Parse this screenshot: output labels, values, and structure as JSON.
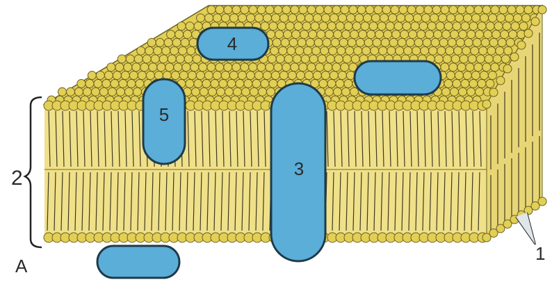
{
  "labels": {
    "one": "1",
    "two": "2",
    "three": "3",
    "four": "4",
    "five": "5",
    "a": "A"
  },
  "colors": {
    "lipid_head": "#e2cf55",
    "lipid_outline": "#6b6020",
    "core": "#efe08a",
    "tail": "#3f3a1e",
    "protein": "#5aaed8",
    "protein_outline": "#1f3a4a",
    "bracket": "#222222"
  }
}
